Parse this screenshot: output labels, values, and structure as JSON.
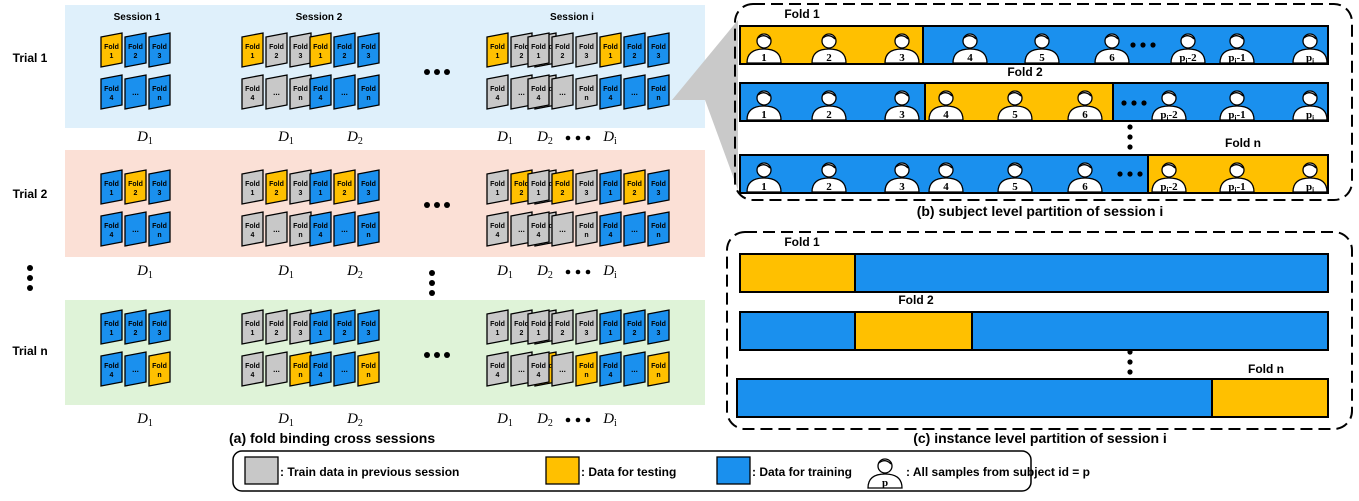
{
  "colors": {
    "train_prev": "#c8c8c8",
    "test": "#ffc000",
    "train": "#1a90ee",
    "trial1_bg": "#dff0fb",
    "trial2_bg": "#fbe0d6",
    "trialn_bg": "#dff3d8"
  },
  "sessions": [
    "Session 1",
    "Session 2",
    "Session i"
  ],
  "trials": [
    "Trial 1",
    "Trial 2",
    "Trial n"
  ],
  "fold_card": {
    "word": "Fold",
    "labels": [
      "1",
      "2",
      "3",
      "4",
      "...",
      "n"
    ]
  },
  "d_labels": {
    "d1": "D",
    "d1_sub": "1",
    "d2": "D",
    "d2_sub": "2",
    "di": "D",
    "di_sub": "i",
    "ellipsis": "•••"
  },
  "panel_a_caption": "(a)  fold binding cross sessions",
  "panel_b": {
    "caption": "(b) subject level partition of session i",
    "folds": [
      "Fold 1",
      "Fold 2",
      "Fold n"
    ],
    "subjects": [
      "1",
      "2",
      "3",
      "4",
      "5",
      "6",
      "pi-2",
      "pi-1",
      "pi"
    ],
    "ellipsis": "•••"
  },
  "panel_c": {
    "caption": "(c) instance level partition of session i",
    "folds": [
      "Fold 1",
      "Fold 2",
      "Fold n"
    ]
  },
  "legend": {
    "train_prev": ": Train data in previous session",
    "test": ": Data for testing",
    "train": ": Data for training",
    "subject": ": All samples from subject id = p",
    "subject_icon_label": "p"
  }
}
